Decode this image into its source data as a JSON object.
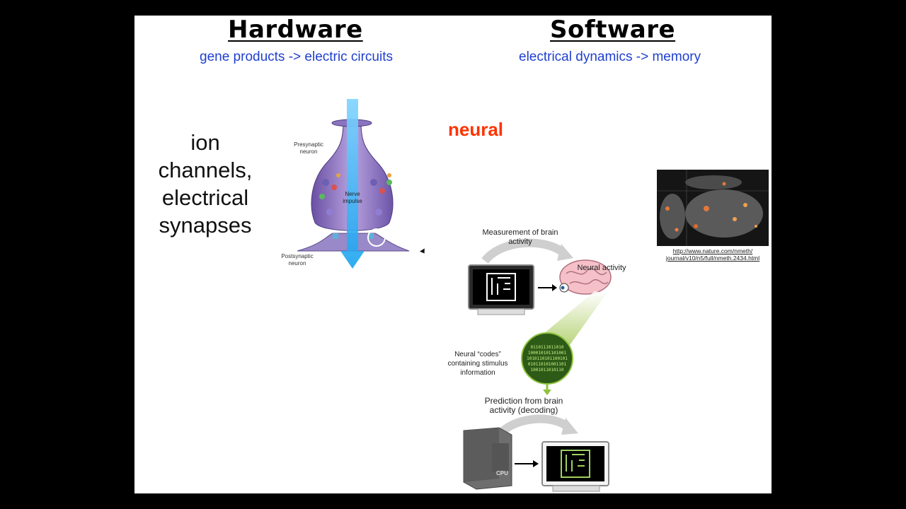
{
  "hardware": {
    "title": "Hardware",
    "subtitle": "gene products -> electric circuits",
    "list": [
      "ion",
      "channels,",
      "electrical",
      "synapses"
    ],
    "synapse_labels": {
      "presynaptic": "Presynaptic neuron",
      "impulse": "Nerve impulse",
      "postsynaptic": "Postsynaptic neuron"
    }
  },
  "software": {
    "title": "Software",
    "subtitle": "electrical dynamics -> memory",
    "highlight": "neural"
  },
  "decoding_diagram": {
    "measurement": "Measurement of brain activity",
    "neural_activity": "Neural activity",
    "codes": "Neural “codes” containing stimulus information",
    "prediction": "Prediction from brain activity (decoding)",
    "cpu": "CPU",
    "binary": "01101110110 10001010110100 1010110101100101 0101101010011010 1001011010110101 0110101001011010 10100101010110 010101101010"
  },
  "brain_scan": {
    "url_line1": "http://www.nature.com/nmeth/",
    "url_line2": "journal/v10/n5/full/nmeth.2434.html"
  },
  "colors": {
    "subtitle": "#1f3fcf",
    "highlight": "#ff3300",
    "background": "#ffffff",
    "frame": "#000000"
  }
}
